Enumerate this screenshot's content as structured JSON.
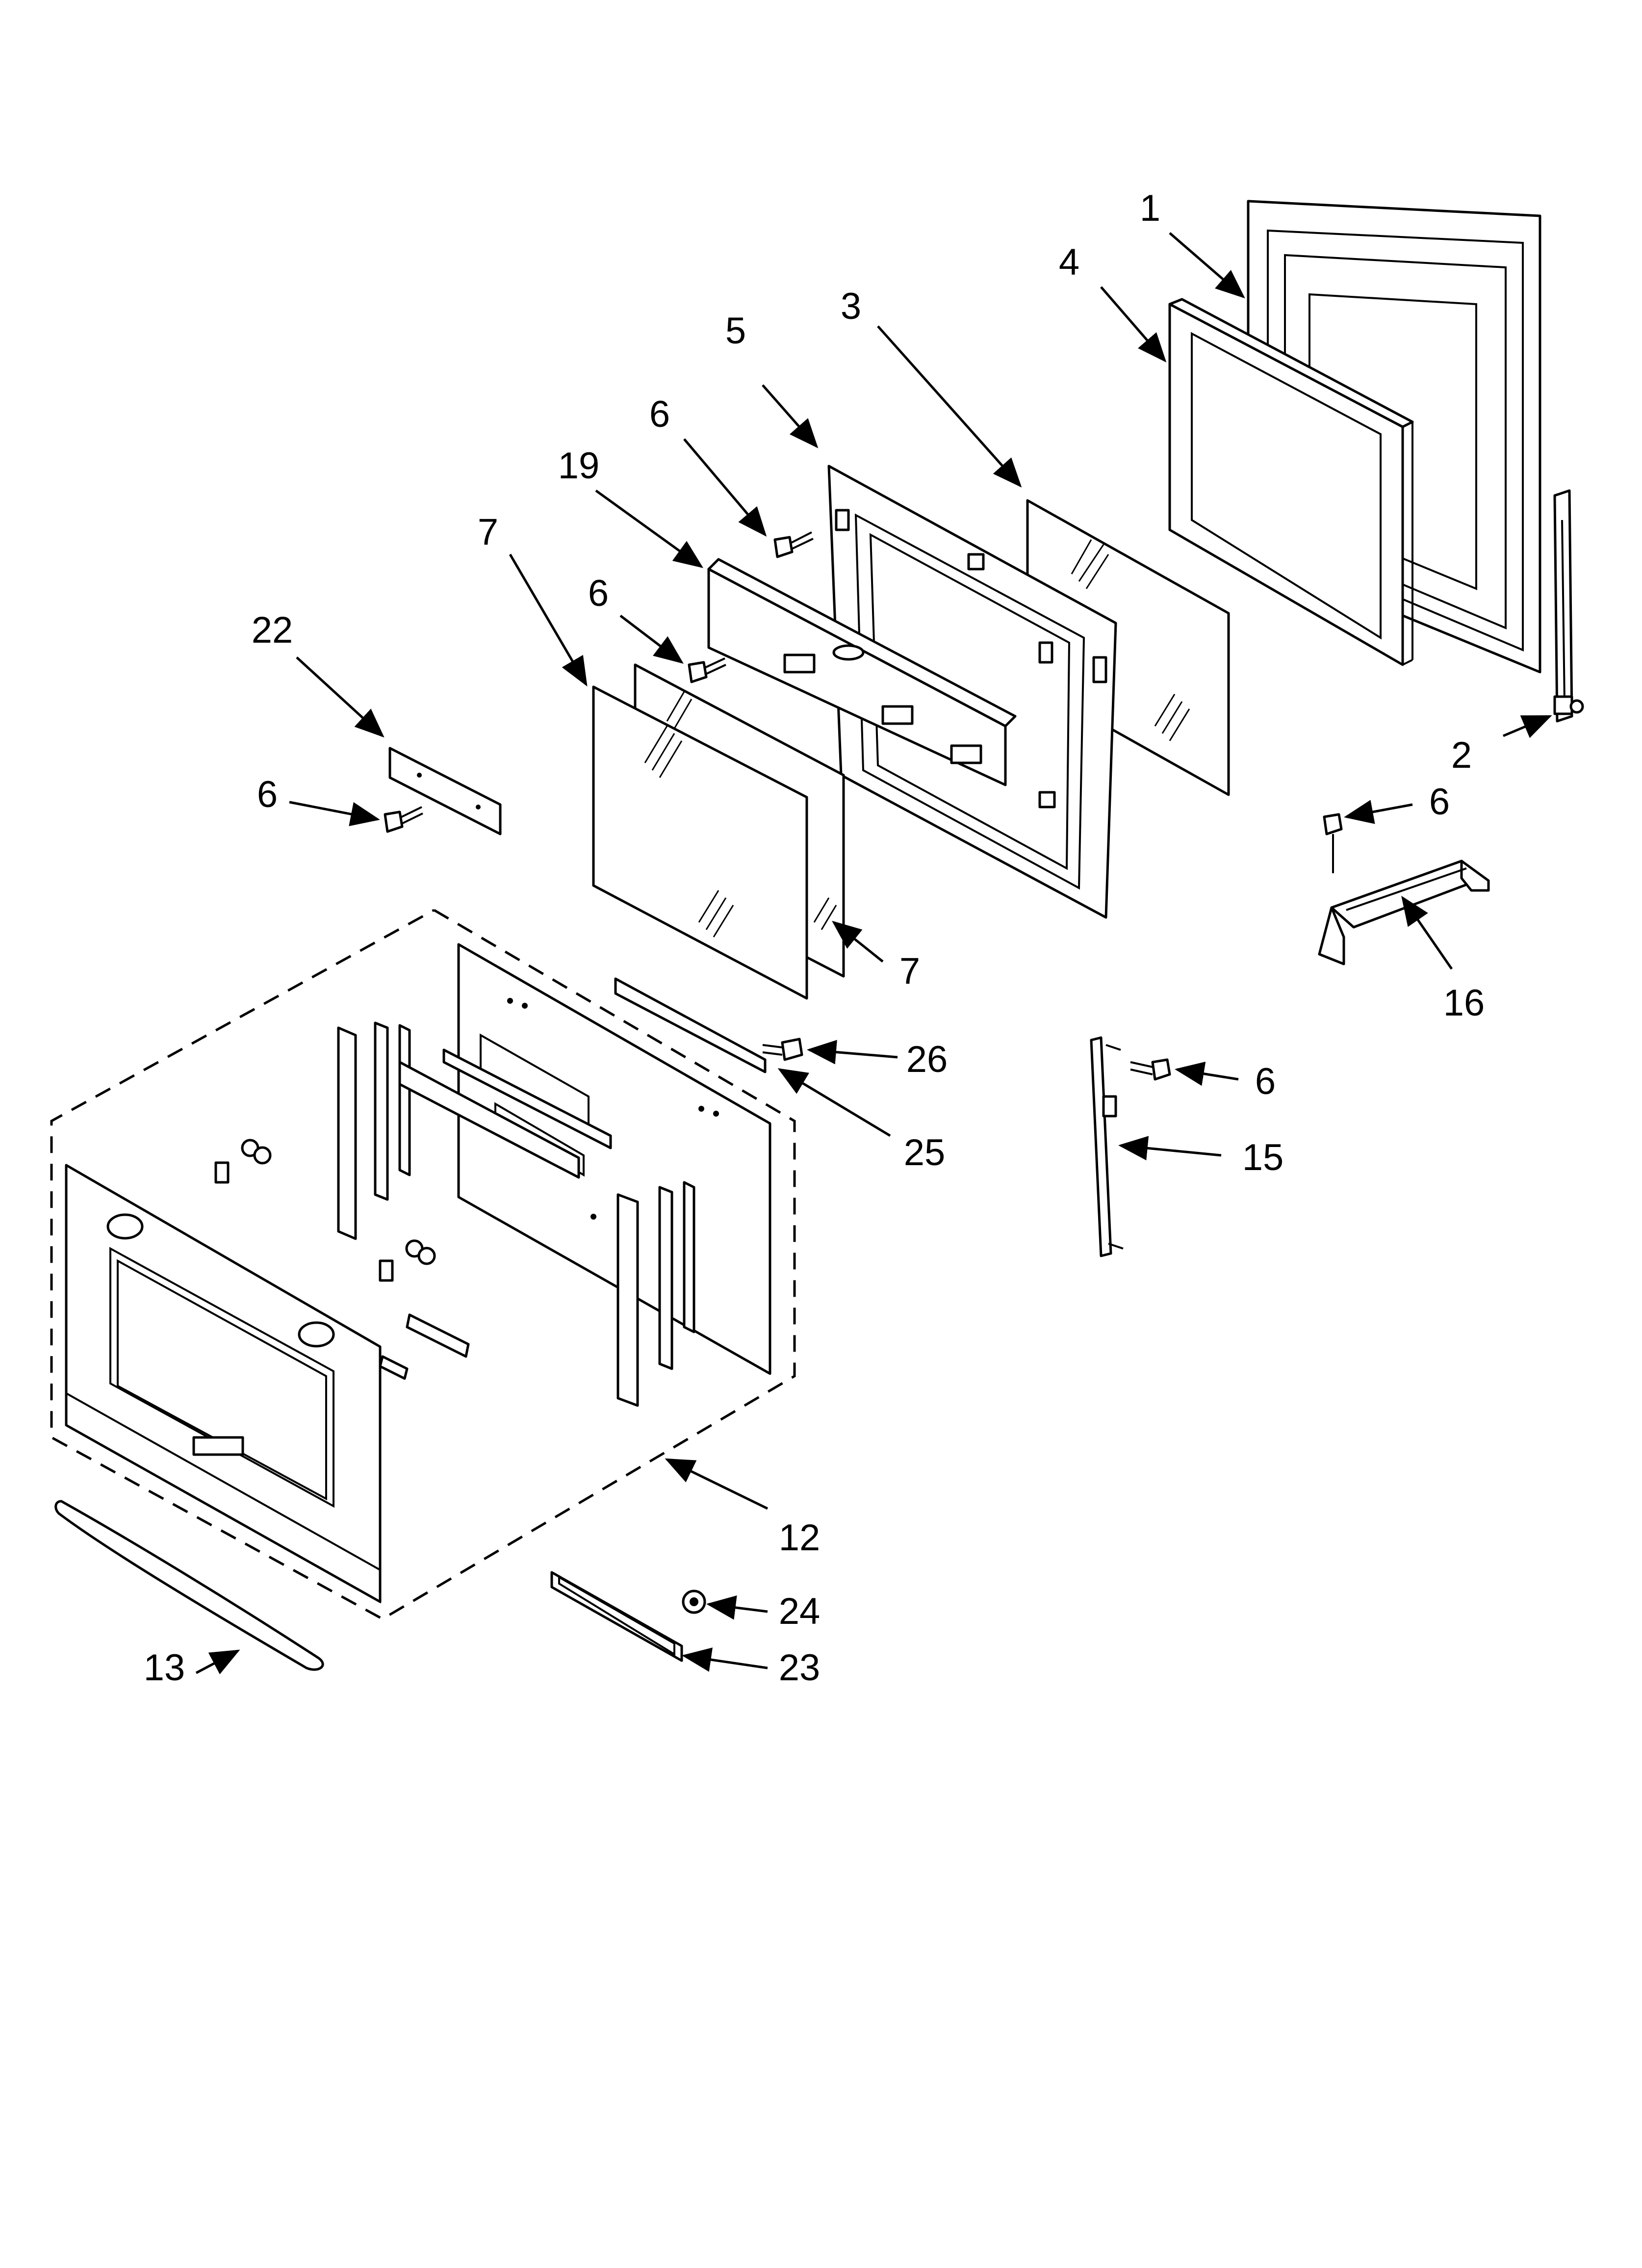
{
  "diagram": {
    "callouts": [
      {
        "id": "c1",
        "label": "1"
      },
      {
        "id": "c2",
        "label": "2"
      },
      {
        "id": "c3",
        "label": "3"
      },
      {
        "id": "c4",
        "label": "4"
      },
      {
        "id": "c5",
        "label": "5"
      },
      {
        "id": "c6a",
        "label": "6"
      },
      {
        "id": "c6b",
        "label": "6"
      },
      {
        "id": "c6c",
        "label": "6"
      },
      {
        "id": "c6d",
        "label": "6"
      },
      {
        "id": "c6e",
        "label": "6"
      },
      {
        "id": "c7a",
        "label": "7"
      },
      {
        "id": "c7b",
        "label": "7"
      },
      {
        "id": "c12",
        "label": "12"
      },
      {
        "id": "c13",
        "label": "13"
      },
      {
        "id": "c15",
        "label": "15"
      },
      {
        "id": "c16",
        "label": "16"
      },
      {
        "id": "c19",
        "label": "19"
      },
      {
        "id": "c22",
        "label": "22"
      },
      {
        "id": "c23",
        "label": "23"
      },
      {
        "id": "c24",
        "label": "24"
      },
      {
        "id": "c25",
        "label": "25"
      },
      {
        "id": "c26",
        "label": "26"
      }
    ]
  }
}
